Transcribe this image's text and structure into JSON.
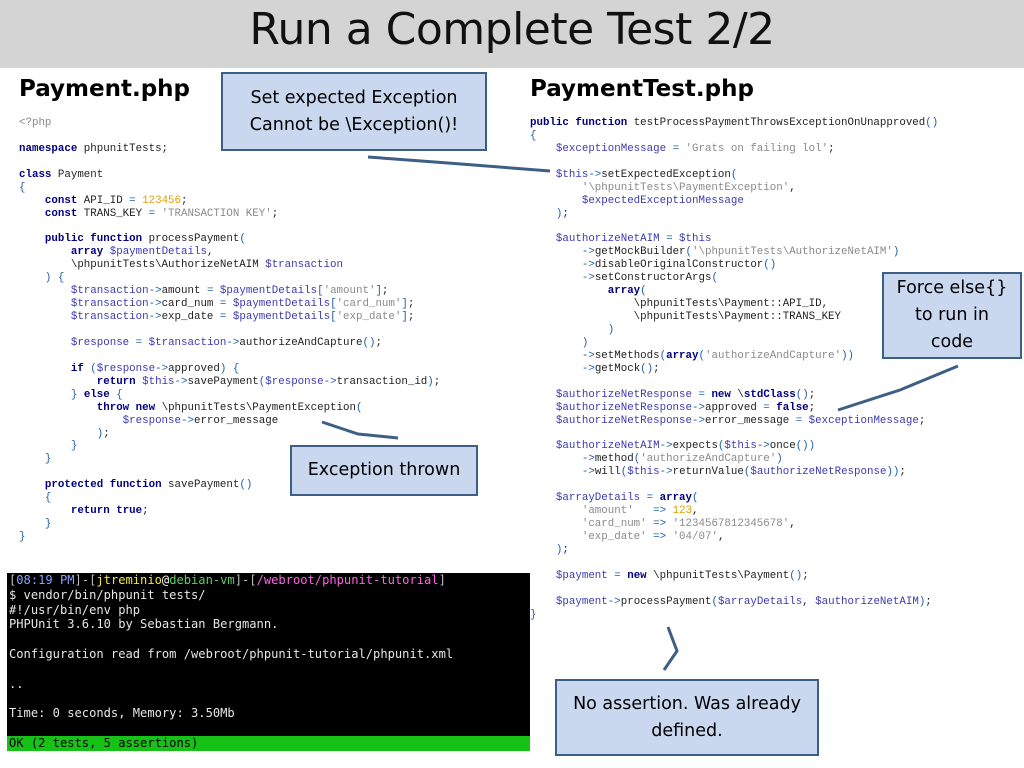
{
  "slide": {
    "title": "Run a Complete Test 2/2"
  },
  "left_file": {
    "title": "Payment.php",
    "code": [
      [
        [
          "str",
          "<?php"
        ]
      ],
      [],
      [
        [
          "kw",
          "namespace"
        ],
        [
          "tx",
          " phpunitTests;"
        ]
      ],
      [],
      [
        [
          "kw",
          "class"
        ],
        [
          "tx",
          " Payment"
        ]
      ],
      [
        [
          "op",
          "{"
        ]
      ],
      [
        [
          "tx",
          "    "
        ],
        [
          "kw",
          "const"
        ],
        [
          "tx",
          " API_ID "
        ],
        [
          "op",
          "="
        ],
        [
          "tx",
          " "
        ],
        [
          "num",
          "123456"
        ],
        [
          "tx",
          ";"
        ]
      ],
      [
        [
          "tx",
          "    "
        ],
        [
          "kw",
          "const"
        ],
        [
          "tx",
          " TRANS_KEY "
        ],
        [
          "op",
          "="
        ],
        [
          "tx",
          " "
        ],
        [
          "str",
          "'TRANSACTION KEY'"
        ],
        [
          "tx",
          ";"
        ]
      ],
      [],
      [
        [
          "tx",
          "    "
        ],
        [
          "kw",
          "public"
        ],
        [
          "tx",
          " "
        ],
        [
          "kw",
          "function"
        ],
        [
          "tx",
          " processPayment"
        ],
        [
          "op",
          "("
        ]
      ],
      [
        [
          "tx",
          "        "
        ],
        [
          "kw",
          "array"
        ],
        [
          "tx",
          " "
        ],
        [
          "var",
          "$paymentDetails"
        ],
        [
          "tx",
          ","
        ]
      ],
      [
        [
          "tx",
          "        \\phpunitTests\\AuthorizeNetAIM "
        ],
        [
          "var",
          "$transaction"
        ]
      ],
      [
        [
          "tx",
          "    "
        ],
        [
          "op",
          ") {"
        ]
      ],
      [
        [
          "tx",
          "        "
        ],
        [
          "var",
          "$transaction"
        ],
        [
          "op",
          "->"
        ],
        [
          "tx",
          "amount "
        ],
        [
          "op",
          "="
        ],
        [
          "tx",
          " "
        ],
        [
          "var",
          "$paymentDetails"
        ],
        [
          "op",
          "["
        ],
        [
          "str",
          "'amount'"
        ],
        [
          "op",
          "]"
        ],
        [
          "tx",
          ";"
        ]
      ],
      [
        [
          "tx",
          "        "
        ],
        [
          "var",
          "$transaction"
        ],
        [
          "op",
          "->"
        ],
        [
          "tx",
          "card_num "
        ],
        [
          "op",
          "="
        ],
        [
          "tx",
          " "
        ],
        [
          "var",
          "$paymentDetails"
        ],
        [
          "op",
          "["
        ],
        [
          "str",
          "'card_num'"
        ],
        [
          "op",
          "]"
        ],
        [
          "tx",
          ";"
        ]
      ],
      [
        [
          "tx",
          "        "
        ],
        [
          "var",
          "$transaction"
        ],
        [
          "op",
          "->"
        ],
        [
          "tx",
          "exp_date "
        ],
        [
          "op",
          "="
        ],
        [
          "tx",
          " "
        ],
        [
          "var",
          "$paymentDetails"
        ],
        [
          "op",
          "["
        ],
        [
          "str",
          "'exp_date'"
        ],
        [
          "op",
          "]"
        ],
        [
          "tx",
          ";"
        ]
      ],
      [],
      [
        [
          "tx",
          "        "
        ],
        [
          "var",
          "$response"
        ],
        [
          "tx",
          " "
        ],
        [
          "op",
          "="
        ],
        [
          "tx",
          " "
        ],
        [
          "var",
          "$transaction"
        ],
        [
          "op",
          "->"
        ],
        [
          "tx",
          "authorizeAndCapture"
        ],
        [
          "op",
          "()"
        ],
        [
          "tx",
          ";"
        ]
      ],
      [],
      [
        [
          "tx",
          "        "
        ],
        [
          "kw",
          "if"
        ],
        [
          "tx",
          " "
        ],
        [
          "op",
          "("
        ],
        [
          "var",
          "$response"
        ],
        [
          "op",
          "->"
        ],
        [
          "tx",
          "approved"
        ],
        [
          "op",
          ")"
        ],
        [
          "tx",
          " "
        ],
        [
          "op",
          "{"
        ]
      ],
      [
        [
          "tx",
          "            "
        ],
        [
          "kw",
          "return"
        ],
        [
          "tx",
          " "
        ],
        [
          "var",
          "$this"
        ],
        [
          "op",
          "->"
        ],
        [
          "tx",
          "savePayment"
        ],
        [
          "op",
          "("
        ],
        [
          "var",
          "$response"
        ],
        [
          "op",
          "->"
        ],
        [
          "tx",
          "transaction_id"
        ],
        [
          "op",
          ")"
        ],
        [
          "tx",
          ";"
        ]
      ],
      [
        [
          "tx",
          "        "
        ],
        [
          "op",
          "}"
        ],
        [
          "tx",
          " "
        ],
        [
          "kw",
          "else"
        ],
        [
          "tx",
          " "
        ],
        [
          "op",
          "{"
        ]
      ],
      [
        [
          "tx",
          "            "
        ],
        [
          "kw",
          "throw"
        ],
        [
          "tx",
          " "
        ],
        [
          "kw",
          "new"
        ],
        [
          "tx",
          " \\phpunitTests\\PaymentException"
        ],
        [
          "op",
          "("
        ]
      ],
      [
        [
          "tx",
          "                "
        ],
        [
          "var",
          "$response"
        ],
        [
          "op",
          "->"
        ],
        [
          "tx",
          "error_message"
        ]
      ],
      [
        [
          "tx",
          "            "
        ],
        [
          "op",
          ")"
        ],
        [
          "tx",
          ";"
        ]
      ],
      [
        [
          "tx",
          "        "
        ],
        [
          "op",
          "}"
        ]
      ],
      [
        [
          "tx",
          "    "
        ],
        [
          "op",
          "}"
        ]
      ],
      [],
      [
        [
          "tx",
          "    "
        ],
        [
          "kw",
          "protected"
        ],
        [
          "tx",
          " "
        ],
        [
          "kw",
          "function"
        ],
        [
          "tx",
          " savePayment"
        ],
        [
          "op",
          "()"
        ]
      ],
      [
        [
          "tx",
          "    "
        ],
        [
          "op",
          "{"
        ]
      ],
      [
        [
          "tx",
          "        "
        ],
        [
          "kw",
          "return"
        ],
        [
          "tx",
          " "
        ],
        [
          "kw",
          "true"
        ],
        [
          "tx",
          ";"
        ]
      ],
      [
        [
          "tx",
          "    "
        ],
        [
          "op",
          "}"
        ]
      ],
      [
        [
          "op",
          "}"
        ]
      ]
    ]
  },
  "right_file": {
    "title": "PaymentTest.php",
    "code": [
      [
        [
          "kw",
          "public"
        ],
        [
          "tx",
          " "
        ],
        [
          "kw",
          "function"
        ],
        [
          "tx",
          " testProcessPaymentThrowsExceptionOnUnapproved"
        ],
        [
          "op",
          "()"
        ]
      ],
      [
        [
          "op",
          "{"
        ]
      ],
      [
        [
          "tx",
          "    "
        ],
        [
          "var",
          "$exceptionMessage"
        ],
        [
          "tx",
          " "
        ],
        [
          "op",
          "="
        ],
        [
          "tx",
          " "
        ],
        [
          "str",
          "'Grats on failing lol'"
        ],
        [
          "tx",
          ";"
        ]
      ],
      [],
      [
        [
          "tx",
          "    "
        ],
        [
          "var",
          "$this"
        ],
        [
          "op",
          "->"
        ],
        [
          "tx",
          "setExpectedException"
        ],
        [
          "op",
          "("
        ]
      ],
      [
        [
          "tx",
          "        "
        ],
        [
          "str",
          "'\\phpunitTests\\PaymentException'"
        ],
        [
          "tx",
          ","
        ]
      ],
      [
        [
          "tx",
          "        "
        ],
        [
          "var",
          "$expectedExceptionMessage"
        ]
      ],
      [
        [
          "tx",
          "    "
        ],
        [
          "op",
          ")"
        ],
        [
          "tx",
          ";"
        ]
      ],
      [],
      [
        [
          "tx",
          "    "
        ],
        [
          "var",
          "$authorizeNetAIM"
        ],
        [
          "tx",
          " "
        ],
        [
          "op",
          "="
        ],
        [
          "tx",
          " "
        ],
        [
          "var",
          "$this"
        ]
      ],
      [
        [
          "tx",
          "        "
        ],
        [
          "op",
          "->"
        ],
        [
          "tx",
          "getMockBuilder"
        ],
        [
          "op",
          "("
        ],
        [
          "str",
          "'\\phpunitTests\\AuthorizeNetAIM'"
        ],
        [
          "op",
          ")"
        ]
      ],
      [
        [
          "tx",
          "        "
        ],
        [
          "op",
          "->"
        ],
        [
          "tx",
          "disableOriginalConstructor"
        ],
        [
          "op",
          "()"
        ]
      ],
      [
        [
          "tx",
          "        "
        ],
        [
          "op",
          "->"
        ],
        [
          "tx",
          "setConstructorArgs"
        ],
        [
          "op",
          "("
        ]
      ],
      [
        [
          "tx",
          "            "
        ],
        [
          "kw",
          "array"
        ],
        [
          "op",
          "("
        ]
      ],
      [
        [
          "tx",
          "                \\phpunitTests\\Payment::API_ID,"
        ]
      ],
      [
        [
          "tx",
          "                \\phpunitTests\\Payment::TRANS_KEY"
        ]
      ],
      [
        [
          "tx",
          "            "
        ],
        [
          "op",
          ")"
        ]
      ],
      [
        [
          "tx",
          "        "
        ],
        [
          "op",
          ")"
        ]
      ],
      [
        [
          "tx",
          "        "
        ],
        [
          "op",
          "->"
        ],
        [
          "tx",
          "setMethods"
        ],
        [
          "op",
          "("
        ],
        [
          "kw",
          "array"
        ],
        [
          "op",
          "("
        ],
        [
          "str",
          "'authorizeAndCapture'"
        ],
        [
          "op",
          "))"
        ]
      ],
      [
        [
          "tx",
          "        "
        ],
        [
          "op",
          "->"
        ],
        [
          "tx",
          "getMock"
        ],
        [
          "op",
          "()"
        ],
        [
          "tx",
          ";"
        ]
      ],
      [],
      [
        [
          "tx",
          "    "
        ],
        [
          "var",
          "$authorizeNetResponse"
        ],
        [
          "tx",
          " "
        ],
        [
          "op",
          "="
        ],
        [
          "tx",
          " "
        ],
        [
          "kw",
          "new"
        ],
        [
          "tx",
          " \\"
        ],
        [
          "kw",
          "stdClass"
        ],
        [
          "op",
          "()"
        ],
        [
          "tx",
          ";"
        ]
      ],
      [
        [
          "tx",
          "    "
        ],
        [
          "var",
          "$authorizeNetResponse"
        ],
        [
          "op",
          "->"
        ],
        [
          "tx",
          "approved "
        ],
        [
          "op",
          "="
        ],
        [
          "tx",
          " "
        ],
        [
          "kw",
          "false"
        ],
        [
          "tx",
          ";"
        ]
      ],
      [
        [
          "tx",
          "    "
        ],
        [
          "var",
          "$authorizeNetResponse"
        ],
        [
          "op",
          "->"
        ],
        [
          "tx",
          "error_message "
        ],
        [
          "op",
          "="
        ],
        [
          "tx",
          " "
        ],
        [
          "var",
          "$exceptionMessage"
        ],
        [
          "tx",
          ";"
        ]
      ],
      [],
      [
        [
          "tx",
          "    "
        ],
        [
          "var",
          "$authorizeNetAIM"
        ],
        [
          "op",
          "->"
        ],
        [
          "tx",
          "expects"
        ],
        [
          "op",
          "("
        ],
        [
          "var",
          "$this"
        ],
        [
          "op",
          "->"
        ],
        [
          "tx",
          "once"
        ],
        [
          "op",
          "())"
        ]
      ],
      [
        [
          "tx",
          "        "
        ],
        [
          "op",
          "->"
        ],
        [
          "tx",
          "method"
        ],
        [
          "op",
          "("
        ],
        [
          "str",
          "'authorizeAndCapture'"
        ],
        [
          "op",
          ")"
        ]
      ],
      [
        [
          "tx",
          "        "
        ],
        [
          "op",
          "->"
        ],
        [
          "tx",
          "will"
        ],
        [
          "op",
          "("
        ],
        [
          "var",
          "$this"
        ],
        [
          "op",
          "->"
        ],
        [
          "tx",
          "returnValue"
        ],
        [
          "op",
          "("
        ],
        [
          "var",
          "$authorizeNetResponse"
        ],
        [
          "op",
          "))"
        ],
        [
          "tx",
          ";"
        ]
      ],
      [],
      [
        [
          "tx",
          "    "
        ],
        [
          "var",
          "$arrayDetails"
        ],
        [
          "tx",
          " "
        ],
        [
          "op",
          "="
        ],
        [
          "tx",
          " "
        ],
        [
          "kw",
          "array"
        ],
        [
          "op",
          "("
        ]
      ],
      [
        [
          "tx",
          "        "
        ],
        [
          "str",
          "'amount'"
        ],
        [
          "tx",
          "   "
        ],
        [
          "op",
          "=>"
        ],
        [
          "tx",
          " "
        ],
        [
          "num",
          "123"
        ],
        [
          "tx",
          ","
        ]
      ],
      [
        [
          "tx",
          "        "
        ],
        [
          "str",
          "'card_num'"
        ],
        [
          "tx",
          " "
        ],
        [
          "op",
          "=>"
        ],
        [
          "tx",
          " "
        ],
        [
          "str",
          "'1234567812345678'"
        ],
        [
          "tx",
          ","
        ]
      ],
      [
        [
          "tx",
          "        "
        ],
        [
          "str",
          "'exp_date'"
        ],
        [
          "tx",
          " "
        ],
        [
          "op",
          "=>"
        ],
        [
          "tx",
          " "
        ],
        [
          "str",
          "'04/07'"
        ],
        [
          "tx",
          ","
        ]
      ],
      [
        [
          "tx",
          "    "
        ],
        [
          "op",
          ")"
        ],
        [
          "tx",
          ";"
        ]
      ],
      [],
      [
        [
          "tx",
          "    "
        ],
        [
          "var",
          "$payment"
        ],
        [
          "tx",
          " "
        ],
        [
          "op",
          "="
        ],
        [
          "tx",
          " "
        ],
        [
          "kw",
          "new"
        ],
        [
          "tx",
          " \\phpunitTests\\Payment"
        ],
        [
          "op",
          "()"
        ],
        [
          "tx",
          ";"
        ]
      ],
      [],
      [
        [
          "tx",
          "    "
        ],
        [
          "var",
          "$payment"
        ],
        [
          "op",
          "->"
        ],
        [
          "tx",
          "processPayment"
        ],
        [
          "op",
          "("
        ],
        [
          "var",
          "$arrayDetails"
        ],
        [
          "tx",
          ", "
        ],
        [
          "var",
          "$authorizeNetAIM"
        ],
        [
          "op",
          ")"
        ],
        [
          "tx",
          ";"
        ]
      ],
      [
        [
          "op",
          "}"
        ]
      ]
    ]
  },
  "terminal": {
    "prompt": {
      "open": "[",
      "time": "08:19 PM",
      "sep1": "]-[",
      "user": "jtreminio",
      "at": "@",
      "host": "debian-vm",
      "sep2": "]-[",
      "path": "/webroot/phpunit-tutorial",
      "close": "]"
    },
    "lines": [
      "$ vendor/bin/phpunit tests/",
      "#!/usr/bin/env php",
      "PHPUnit 3.6.10 by Sebastian Bergmann.",
      "",
      "Configuration read from /webroot/phpunit-tutorial/phpunit.xml",
      "",
      "..",
      "",
      "Time: 0 seconds, Memory: 3.50Mb",
      ""
    ],
    "ok_line": "OK (2 tests, 5 assertions)"
  },
  "callouts": {
    "expected_exception": [
      "Set expected Exception",
      "Cannot be \\Exception()!"
    ],
    "exception_thrown": [
      "Exception thrown"
    ],
    "force_else": [
      "Force else{}",
      "to run in",
      "code"
    ],
    "no_assertion": [
      "No assertion. Was already",
      "defined."
    ]
  },
  "colors": {
    "keyword": "#000080",
    "variable": "#3b3bb0",
    "string": "#8a8a8a",
    "number": "#e0a000",
    "operator": "#1f5fa8",
    "callout_fill": "#c9d7ef",
    "callout_border": "#3d5f86",
    "terminal_ok": "#16c216"
  }
}
